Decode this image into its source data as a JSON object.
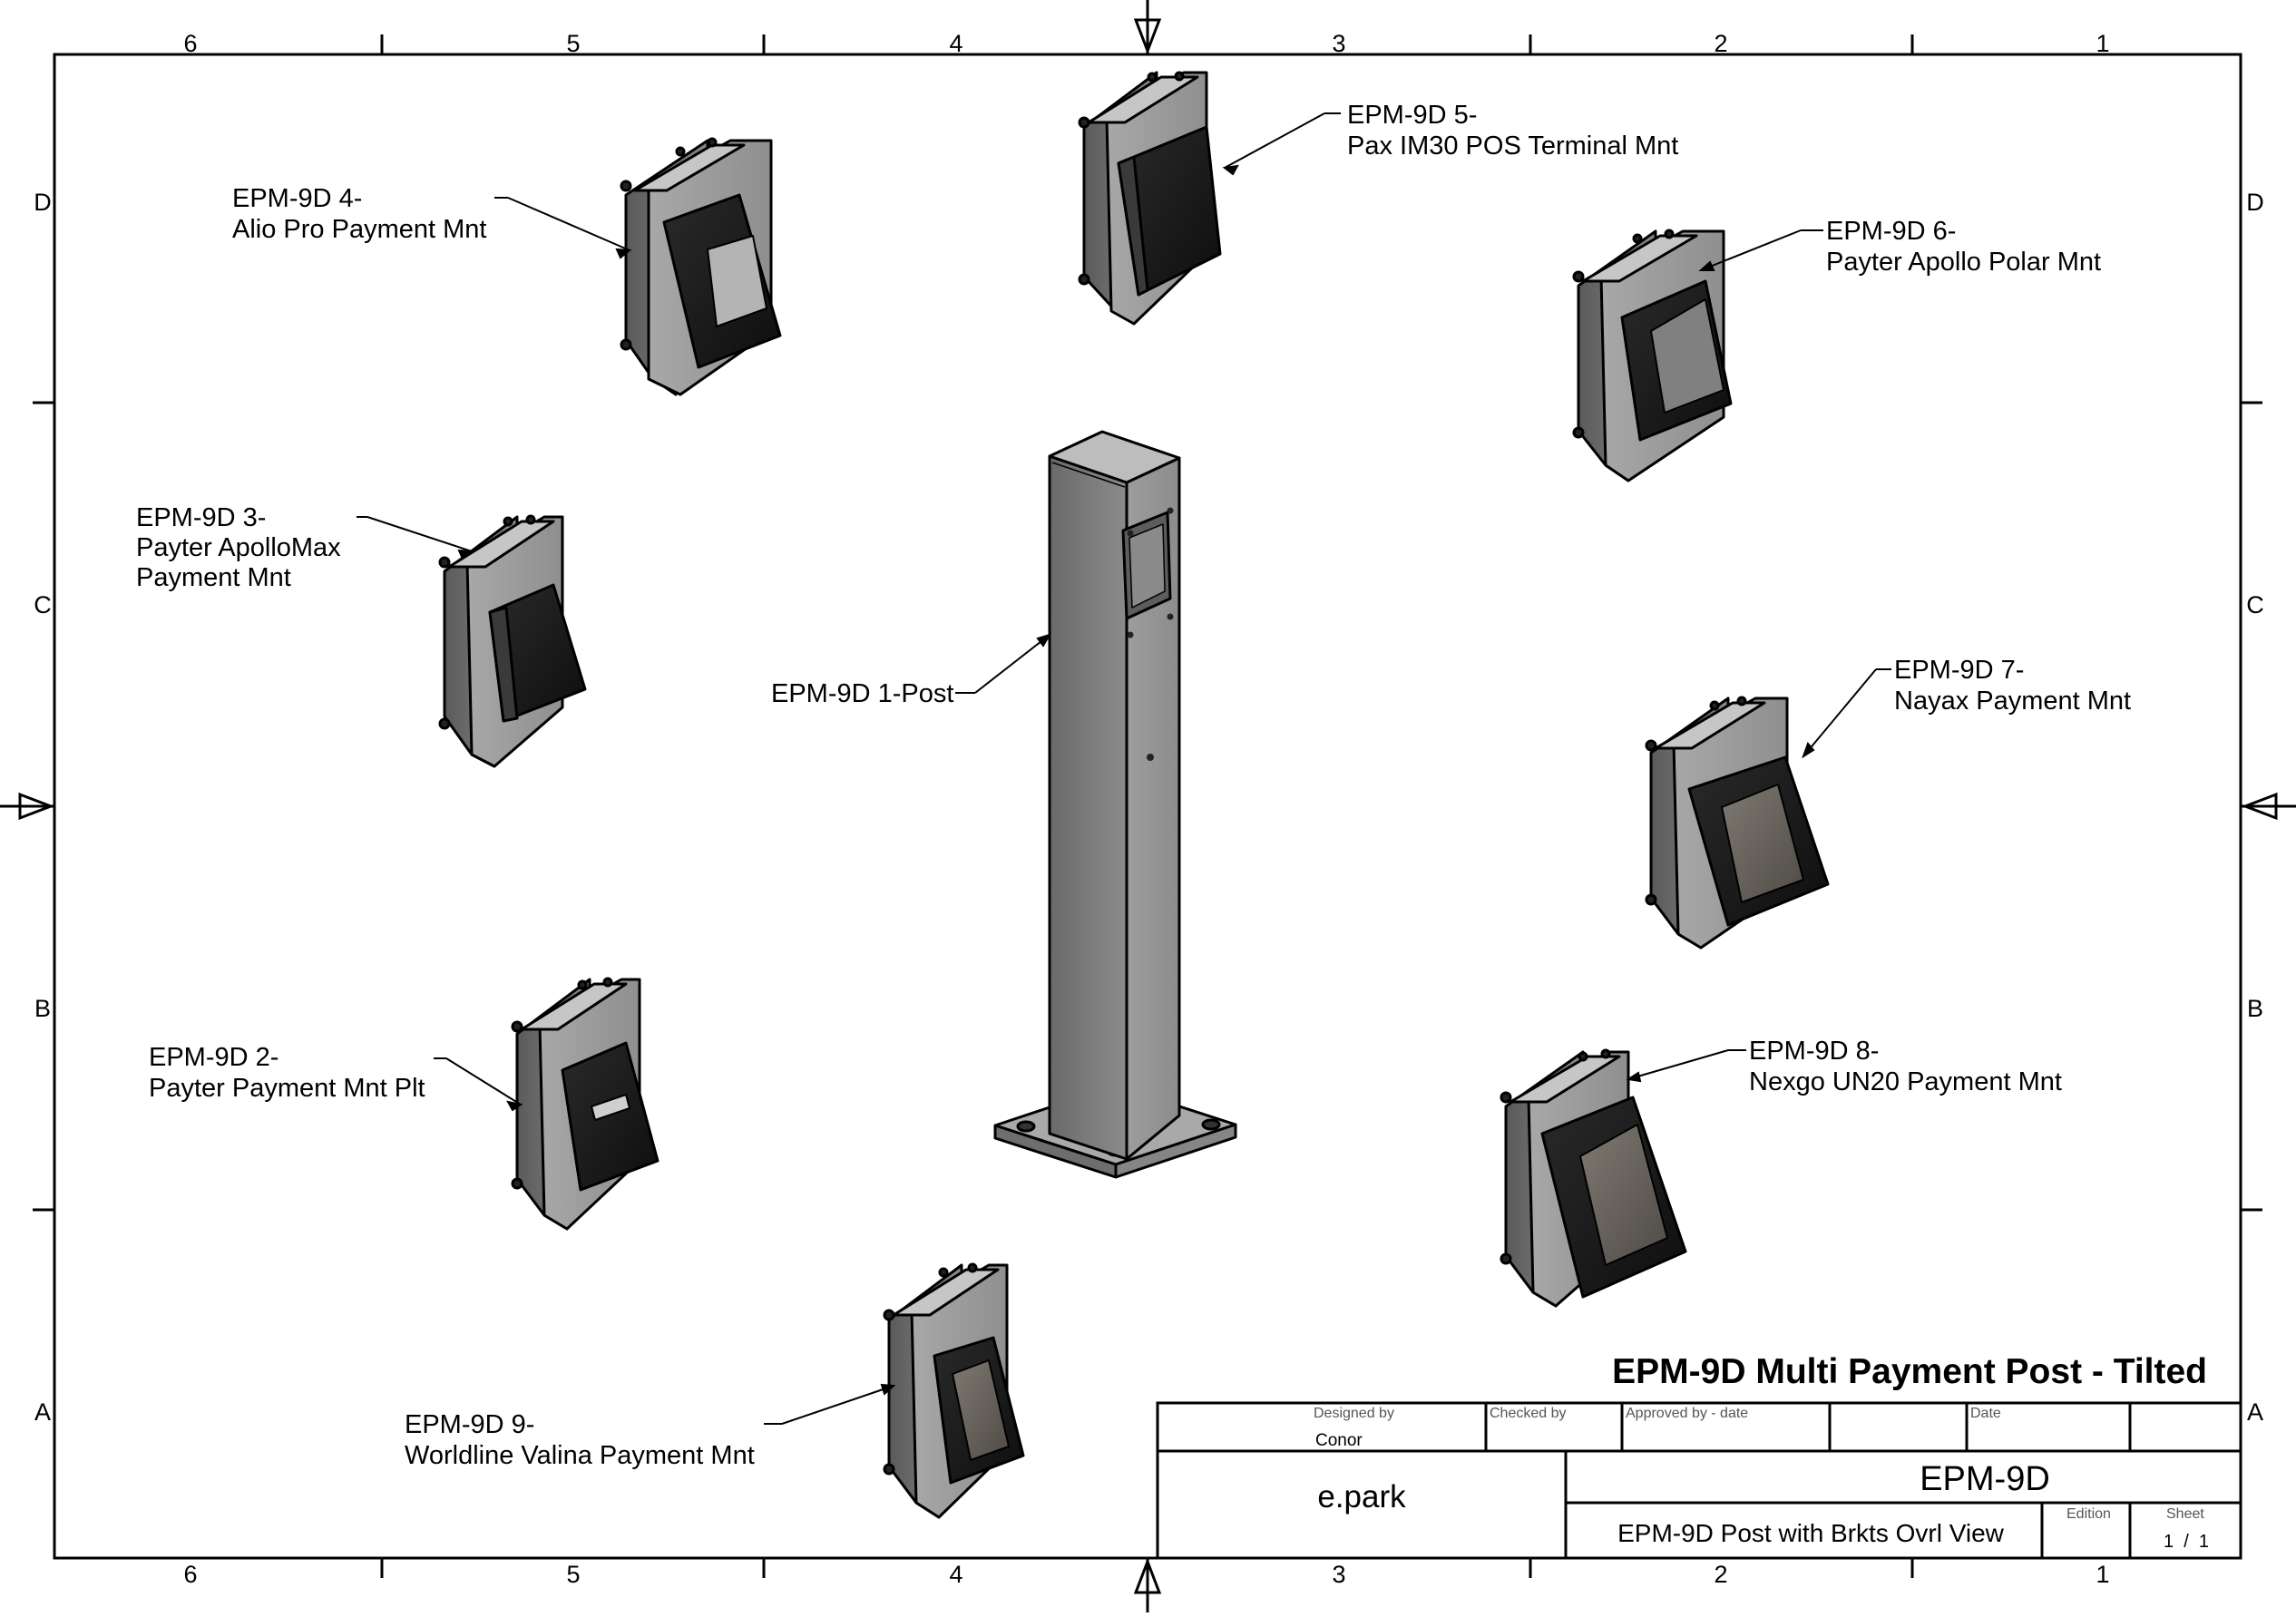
{
  "drawing": {
    "title": "EPM-9D Multi Payment Post - Tilted",
    "zones": {
      "columns": [
        "6",
        "5",
        "4",
        "3",
        "2",
        "1"
      ],
      "rows": [
        "D",
        "C",
        "B",
        "A"
      ]
    }
  },
  "callouts": [
    {
      "id": "post",
      "lines": [
        "EPM-9D 1-Post"
      ]
    },
    {
      "id": "mnt2",
      "lines": [
        "EPM-9D 2-",
        "Payter Payment Mnt Plt"
      ]
    },
    {
      "id": "mnt3",
      "lines": [
        "EPM-9D 3-",
        "Payter ApolloMax",
        "Payment Mnt"
      ]
    },
    {
      "id": "mnt4",
      "lines": [
        "EPM-9D 4-",
        "Alio Pro Payment Mnt"
      ]
    },
    {
      "id": "mnt5",
      "lines": [
        "EPM-9D 5-",
        "Pax IM30 POS Terminal Mnt"
      ]
    },
    {
      "id": "mnt6",
      "lines": [
        "EPM-9D 6-",
        "Payter Apollo Polar Mnt"
      ]
    },
    {
      "id": "mnt7",
      "lines": [
        "EPM-9D 7-",
        "Nayax Payment Mnt"
      ]
    },
    {
      "id": "mnt8",
      "lines": [
        "EPM-9D 8-",
        "Nexgo UN20 Payment Mnt"
      ]
    },
    {
      "id": "mnt9",
      "lines": [
        "EPM-9D 9-",
        "Worldline Valina Payment Mnt"
      ]
    }
  ],
  "title_block": {
    "designed_by_label": "Designed by",
    "designed_by_value": "Conor",
    "checked_by_label": "Checked by",
    "approved_by_label": "Approved by - date",
    "date_label": "Date",
    "company": "e.park",
    "drawing_number": "EPM-9D",
    "description": "EPM-9D Post with Brkts Ovrl View",
    "edition_label": "Edition",
    "sheet_label": "Sheet",
    "sheet_value": "1  /  1"
  }
}
